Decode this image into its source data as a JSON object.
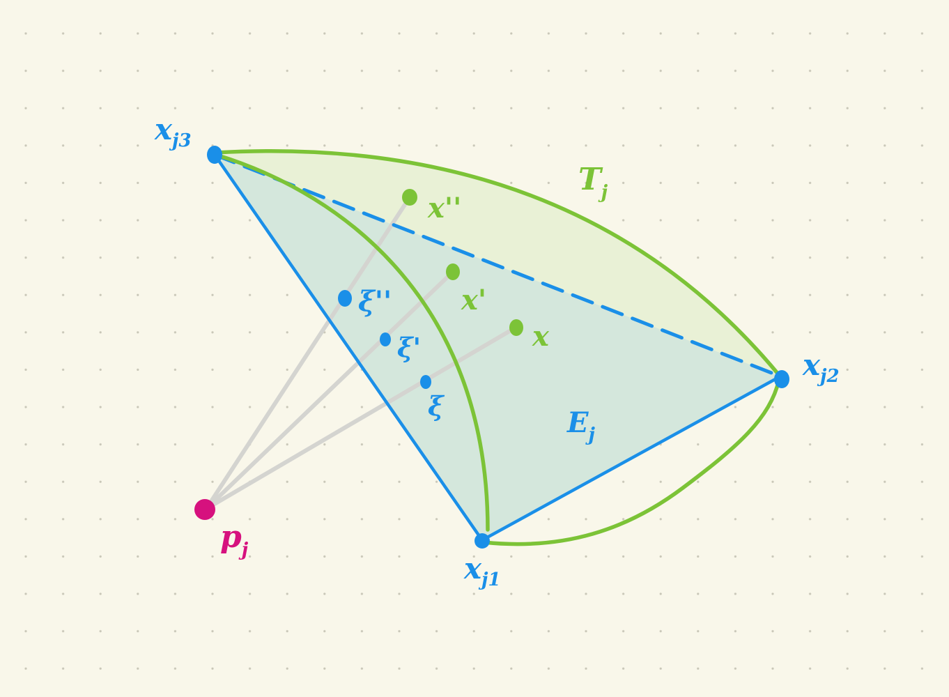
{
  "colors": {
    "background": "#f9f7ea",
    "grid_dot": "#c9c7b8",
    "blue": "#1a8fe8",
    "green": "#7cc337",
    "magenta": "#d6117e",
    "projection_gray": "#d4d4d0",
    "flat_fill": "#d4e7dc",
    "curved_fill": "#e9f1d6"
  },
  "labels": {
    "xj3": {
      "main": "x",
      "sub": "j3"
    },
    "xj2": {
      "main": "x",
      "sub": "j2"
    },
    "xj1": {
      "main": "x",
      "sub": "j1"
    },
    "Tj": {
      "main": "T",
      "sub": "j"
    },
    "Ej": {
      "main": "E",
      "sub": "j"
    },
    "pj": {
      "main": "p",
      "sub": "j"
    },
    "x2": "x''",
    "x1": "x'",
    "x0": "x",
    "xi2": "ξ''",
    "xi1": "ξ'",
    "xi0": "ξ"
  }
}
